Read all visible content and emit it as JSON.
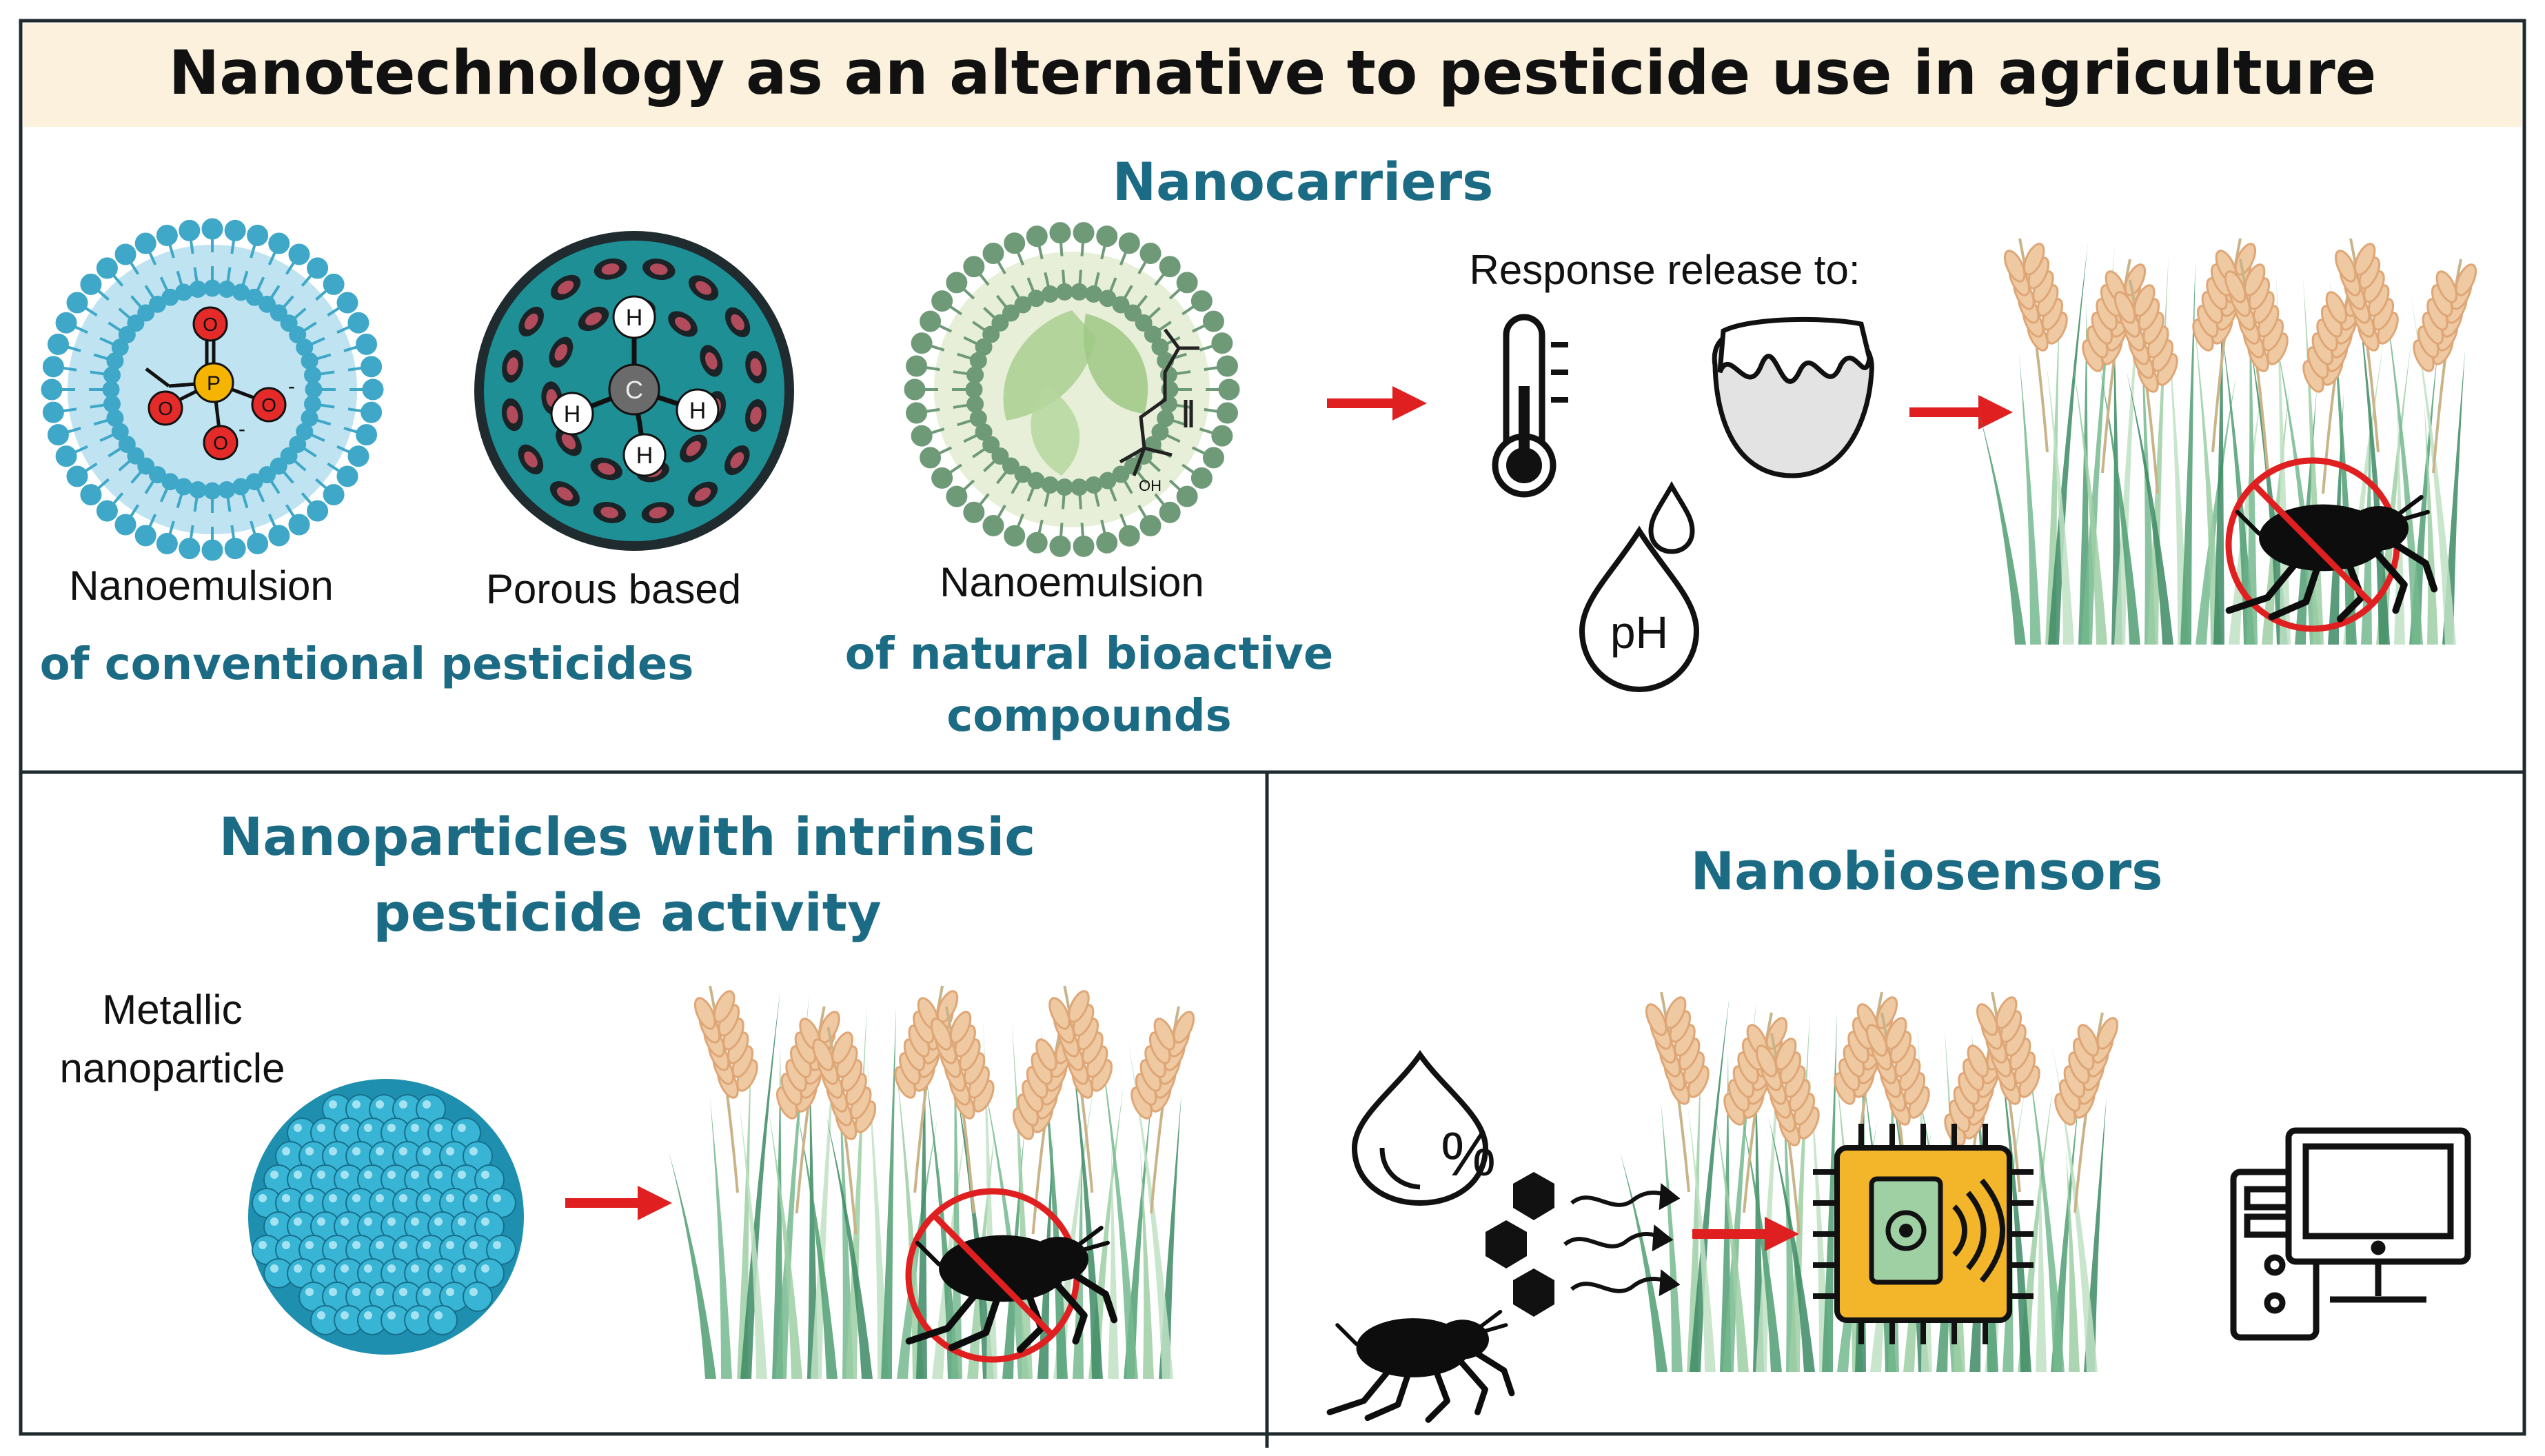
{
  "title": "Nanotechnology as an alternative to pesticide use in agriculture",
  "nanocarriers": {
    "heading": "Nanocarriers",
    "nanoemulsion_label": "Nanoemulsion",
    "nanoemulsion_subtitle": "of conventional pesticides",
    "porous_label": "Porous based",
    "natural_label": "Nanoemulsion",
    "natural_subtitle_line1": "of natural bioactive",
    "natural_subtitle_line2": "compounds",
    "response_label": "Response release to:",
    "ph_label": "pH",
    "atoms": {
      "hydrogen": "H",
      "carbon": "C",
      "phosphorus": "P",
      "oxygen": "O",
      "oh": "OH",
      "minus": "-"
    }
  },
  "nanoparticles": {
    "heading_line1": "Nanoparticles with intrinsic",
    "heading_line2": "pesticide activity",
    "metallic_line1": "Metallic",
    "metallic_line2": "nanoparticle"
  },
  "nanobiosensors": {
    "heading": "Nanobiosensors",
    "humidity_symbol": "%"
  },
  "colors": {
    "frame": "#1f2a2e",
    "title_band": "#fbf1dc",
    "heading_teal": "#1c6b85",
    "arrow_red": "#e02020",
    "lipid_blue": "#3fa8c8",
    "lipid_green": "#6f9a78",
    "pore_teal": "#1d8f95",
    "chip_gold": "#f3b62b"
  }
}
